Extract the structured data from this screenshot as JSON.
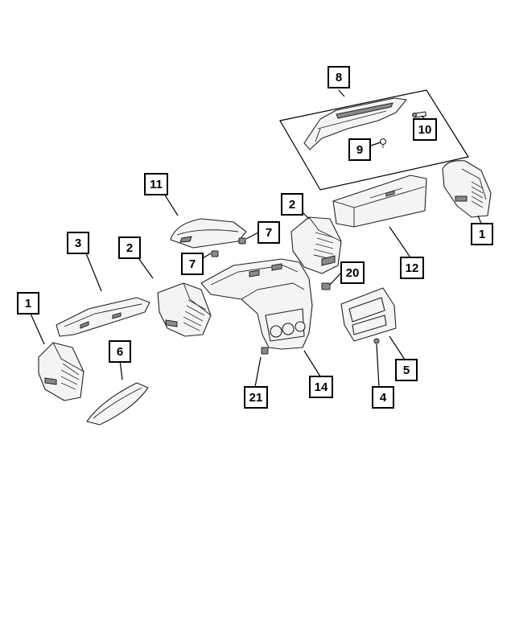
{
  "diagram": {
    "callouts": {
      "c8": "8",
      "c10": "10",
      "c9": "9",
      "c11": "11",
      "c2_right": "2",
      "c7_right": "7",
      "c3": "3",
      "c2_left": "2",
      "c7_left": "7",
      "c20": "20",
      "c12": "12",
      "c1_right": "1",
      "c1_left": "1",
      "c6": "6",
      "c5": "5",
      "c4": "4",
      "c21": "21",
      "c14": "14"
    }
  }
}
